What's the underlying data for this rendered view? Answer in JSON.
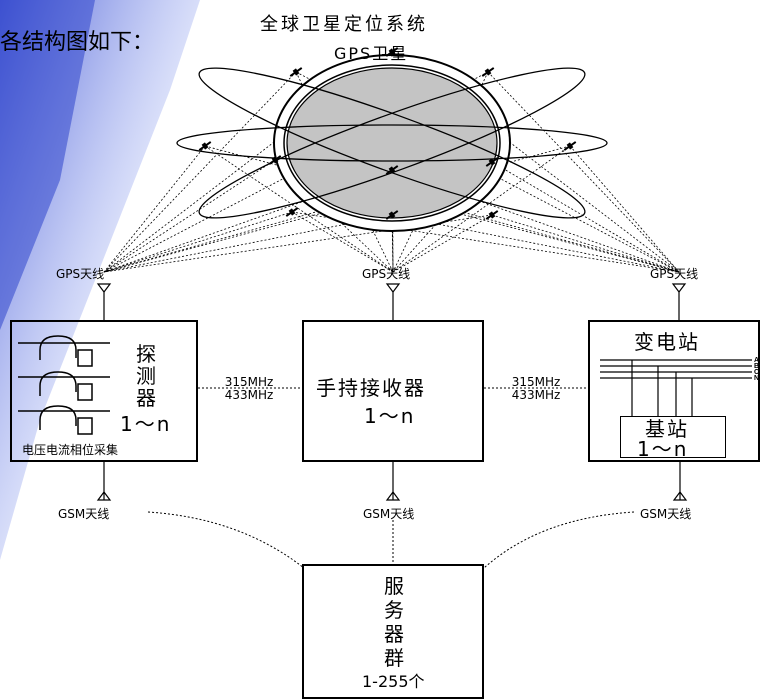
{
  "intro_text": "各结构图如下：",
  "title": "全球卫星定位系统",
  "subtitle": "GPS卫星",
  "gps_antenna_label": "GPS天线",
  "gsm_antenna_label": "GSM天线",
  "detector": {
    "label_line1": "探",
    "label_line2": "测",
    "label_line3": "器",
    "count": "1～n",
    "caption": "电压电流相位采集"
  },
  "receiver": {
    "label": "手持接收器",
    "count": "1～n"
  },
  "substation": {
    "label": "变电站",
    "phases": [
      "A",
      "B",
      "C",
      "N"
    ],
    "base_station_label": "基站",
    "base_station_count": "1～n"
  },
  "frequencies": [
    "315MHz",
    "433MHz"
  ],
  "server": {
    "label_chars": [
      "服",
      "务",
      "器",
      "群"
    ],
    "count": "1-255个"
  },
  "colors": {
    "earth_fill": "#c4c4c4",
    "background_accent": "#3a4ed1"
  }
}
